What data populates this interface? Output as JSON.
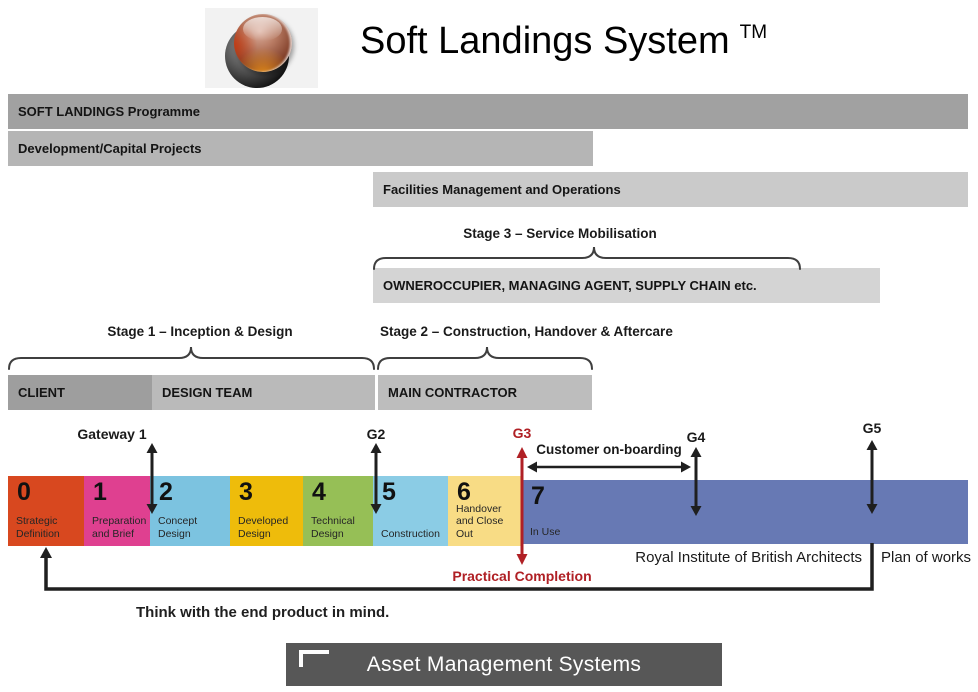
{
  "title": {
    "text": "Soft Landings System",
    "trademark": "TM"
  },
  "bands": {
    "programme": {
      "label": "SOFT LANDINGS Programme",
      "bg": "#a1a1a1"
    },
    "capital_projects": {
      "label": "Development/Capital Projects",
      "bg": "#b5b5b5"
    },
    "facilities": {
      "label": "Facilities Management and Operations",
      "bg": "#cacaca"
    },
    "owner_occupier": {
      "label": "OWNEROCCUPIER, MANAGING AGENT, SUPPLY CHAIN etc.",
      "bg": "#d4d4d4"
    },
    "client": {
      "label": "CLIENT",
      "bg": "#9e9e9e"
    },
    "design_team": {
      "label": "DESIGN TEAM",
      "bg": "#bababa"
    },
    "main_contractor": {
      "label": "MAIN CONTRACTOR",
      "bg": "#bdbdbd"
    }
  },
  "stages": {
    "stage1": "Stage 1 – Inception & Design",
    "stage2": "Stage 2 – Construction, Handover & Aftercare",
    "stage3": "Stage 3 – Service Mobilisation"
  },
  "gateways": [
    {
      "label": "Gateway 1",
      "color": "#1f1f1f"
    },
    {
      "label": "G2",
      "color": "#1f1f1f"
    },
    {
      "label": "G3",
      "color": "#b02025"
    },
    {
      "label": "G4",
      "color": "#1f1f1f"
    },
    {
      "label": "G5",
      "color": "#1f1f1f"
    }
  ],
  "timeline": {
    "segments": [
      {
        "number": "0",
        "label": "Strategic Definition",
        "color": "#d8481f"
      },
      {
        "number": "1",
        "label": "Preparation and Brief",
        "color": "#df4090"
      },
      {
        "number": "2",
        "label": "Concept Design",
        "color": "#7cc3e0"
      },
      {
        "number": "3",
        "label": "Developed Design",
        "color": "#eebc0b"
      },
      {
        "number": "4",
        "label": "Technical Design",
        "color": "#96bf56"
      },
      {
        "number": "5",
        "label": "Construction",
        "color": "#8bcce5"
      },
      {
        "number": "6",
        "label": "Handover and Close Out",
        "color": "#f8dc85"
      },
      {
        "number": "7",
        "label": "In Use",
        "color": "#6779b4"
      }
    ]
  },
  "annotations": {
    "customer_onboarding": "Customer on-boarding",
    "practical_completion": "Practical Completion",
    "practical_completion_color": "#b02025",
    "riba": "Royal Institute of British Architects",
    "plan_of_works": "Plan of works",
    "think_end_product": "Think with the end product in mind."
  },
  "footer": {
    "asset_management": "Asset Management Systems"
  }
}
